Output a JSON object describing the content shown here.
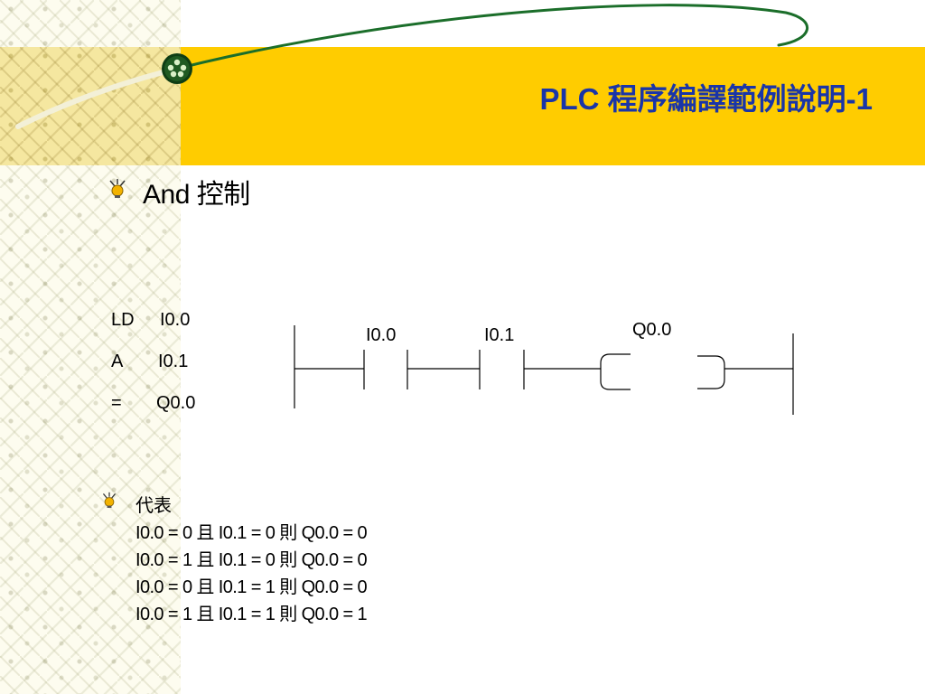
{
  "slide": {
    "title": "PLC 程序編譯範例說明-1",
    "heading": "And 控制"
  },
  "colors": {
    "title_band": "#ffcc00",
    "title_text": "#1a35a8",
    "swoosh": "#1b6e2a"
  },
  "icons": {
    "bullet": "bulb-bullet-icon",
    "badge": "green-orb-icon"
  },
  "code": {
    "lines": [
      {
        "op": "LD",
        "operand": "I0.0"
      },
      {
        "op": "A",
        "operand": "I0.1"
      },
      {
        "op": "=",
        "operand": "Q0.0"
      }
    ]
  },
  "ladder": {
    "contact1": "I0.0",
    "contact2": "I0.1",
    "coil": "Q0.0"
  },
  "truth": {
    "title": "代表",
    "lines": [
      "I0.0 = 0 且 I0.1 = 0 則 Q0.0 = 0",
      "I0.0 = 1 且 I0.1 = 0 則 Q0.0 = 0",
      "I0.0 = 0 且 I0.1 = 1 則 Q0.0 = 0",
      "I0.0 = 1 且 I0.1 = 1 則 Q0.0 = 1"
    ]
  }
}
